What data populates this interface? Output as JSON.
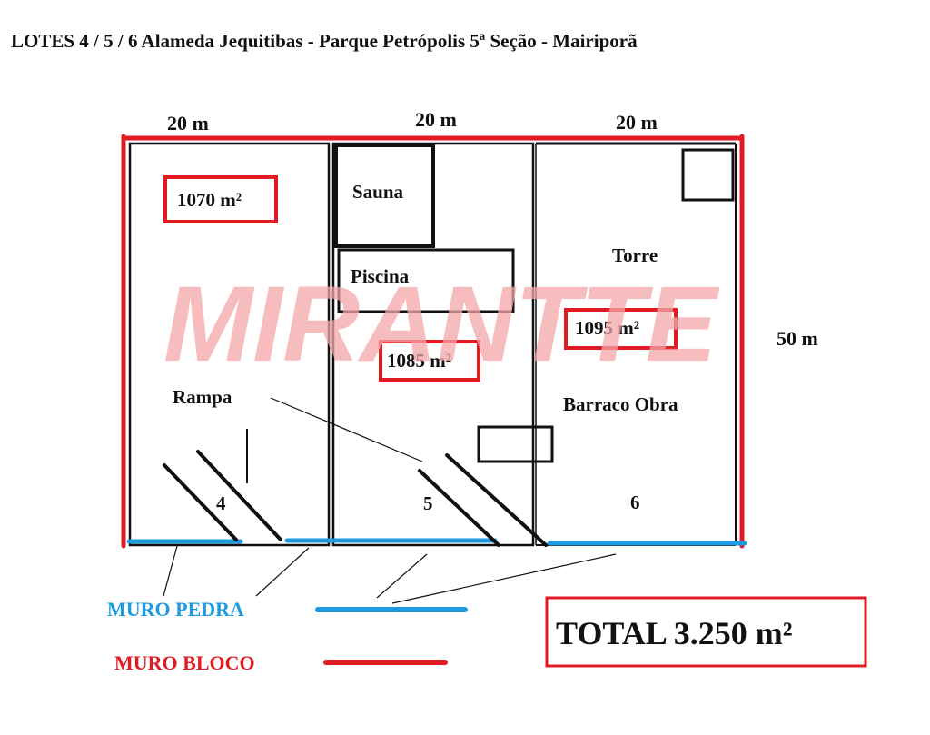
{
  "title": "LOTES 4  / 5  /  6    Alameda Jequitibas - Parque Petrópolis 5ª Seção - Mairiporã",
  "dimensions": {
    "lot4_width": "20 m",
    "lot5_width": "20 m",
    "lot6_width": "20 m",
    "depth": "50 m"
  },
  "lots": {
    "lot4": {
      "number": "4",
      "area": "1070 m²",
      "feature": "Rampa"
    },
    "lot5": {
      "number": "5",
      "area": "1085 m²",
      "features": [
        "Sauna",
        "Piscina"
      ]
    },
    "lot6": {
      "number": "6",
      "area": "1095 m²",
      "features": [
        "Torre",
        "Barraco Obra"
      ]
    }
  },
  "legend": {
    "stone_wall": {
      "label": "MURO PEDRA",
      "color": "#1e9be0"
    },
    "block_wall": {
      "label": "MURO BLOCO",
      "color": "#e01b24"
    }
  },
  "total": "TOTAL  3.250 m²",
  "watermark": "MIRANTTE",
  "colors": {
    "red": "#e01b24",
    "blue": "#1e9be0",
    "watermark": "#f4a6a8"
  }
}
